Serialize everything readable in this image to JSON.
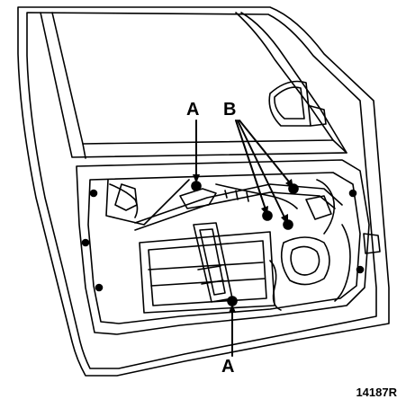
{
  "callouts": {
    "a_top": "A",
    "b": "B",
    "a_bottom": "A"
  },
  "reference_code": "14187R",
  "colors": {
    "ink": "#000000",
    "paper": "#ffffff"
  }
}
